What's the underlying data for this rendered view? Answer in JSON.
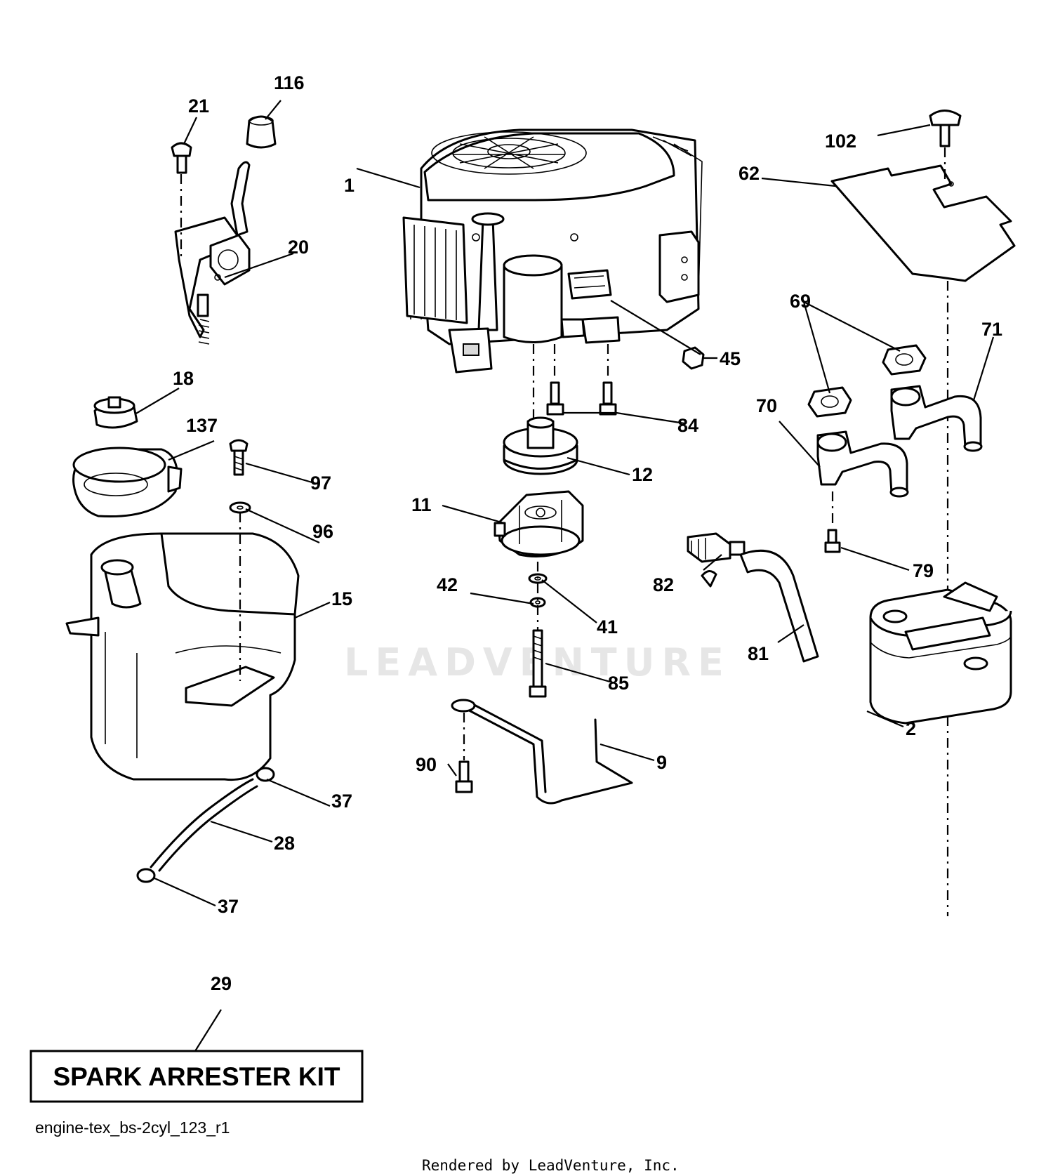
{
  "watermark": "LEADVENTURE",
  "callouts": {
    "c1": "1",
    "c2": "2",
    "c9": "9",
    "c11": "11",
    "c12": "12",
    "c15": "15",
    "c18": "18",
    "c20": "20",
    "c21": "21",
    "c28": "28",
    "c29": "29",
    "c37a": "37",
    "c37b": "37",
    "c41": "41",
    "c42": "42",
    "c45": "45",
    "c62": "62",
    "c69": "69",
    "c70": "70",
    "c71": "71",
    "c79": "79",
    "c81": "81",
    "c82": "82",
    "c84": "84",
    "c85": "85",
    "c90": "90",
    "c96": "96",
    "c97": "97",
    "c102": "102",
    "c116": "116",
    "c137": "137"
  },
  "kit_label": "SPARK ARRESTER KIT",
  "caption": "engine-tex_bs-2cyl_123_r1",
  "rendered_by": "Rendered by LeadVenture, Inc."
}
